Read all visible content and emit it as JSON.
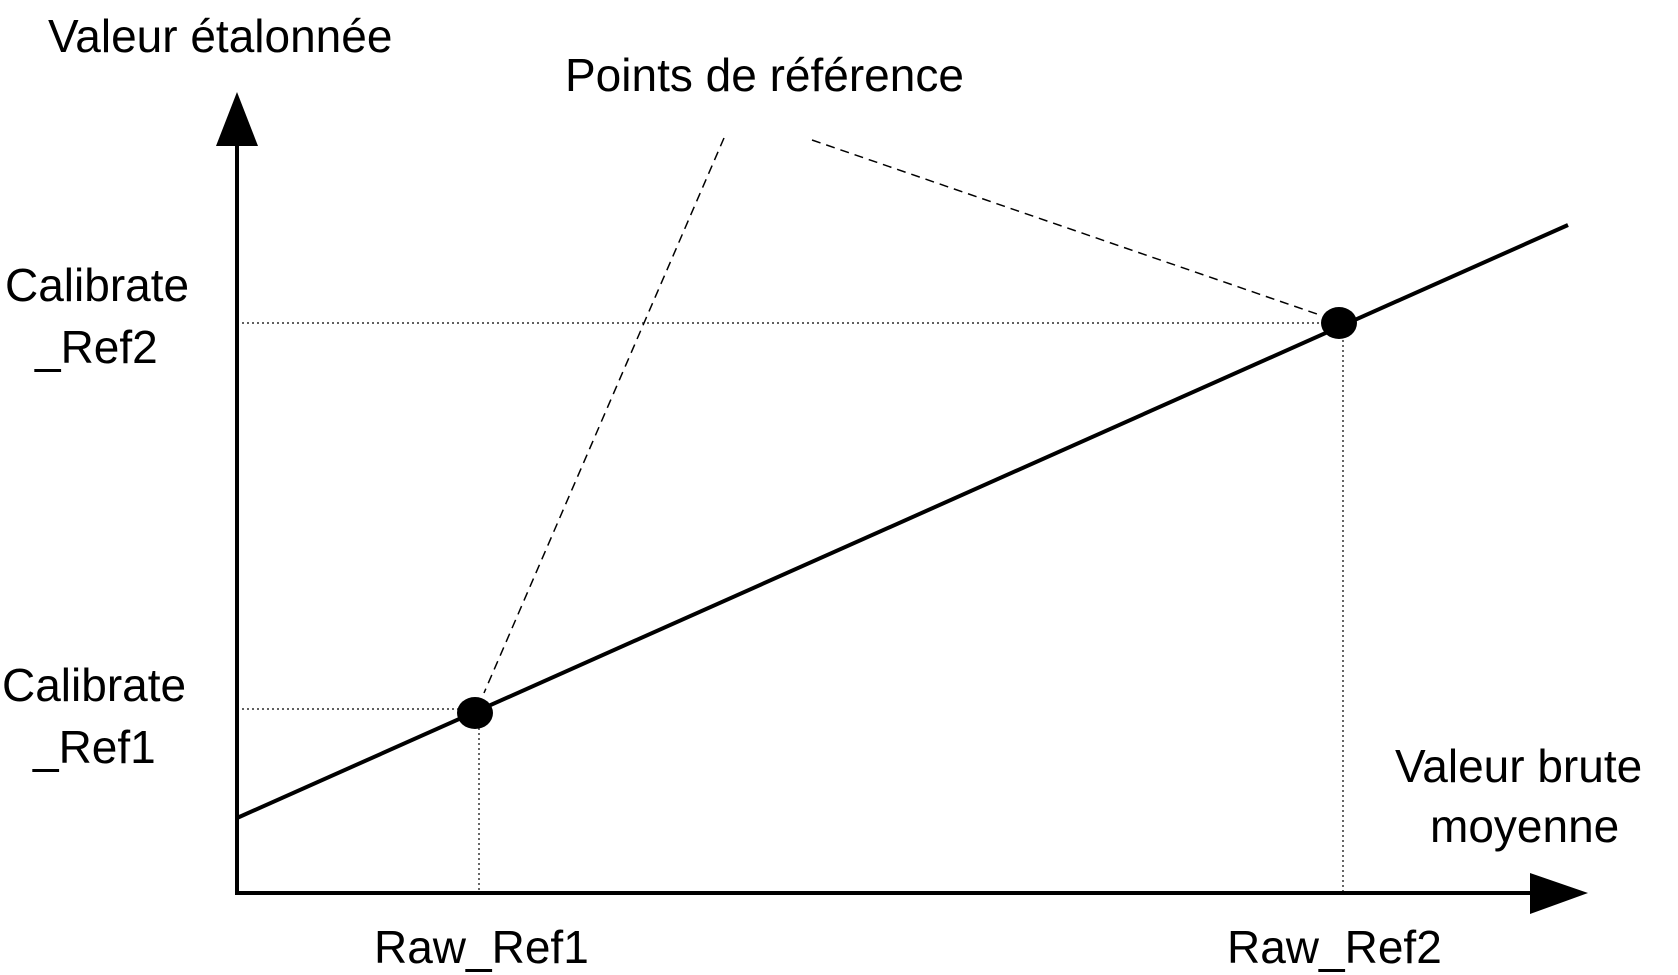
{
  "labels": {
    "y_axis": "Valeur étalonnée",
    "callout": "Points de référence",
    "calibrate_ref2_line1": "Calibrate",
    "calibrate_ref2_line2": "_Ref2",
    "calibrate_ref1_line1": "Calibrate",
    "calibrate_ref1_line2": "_Ref1",
    "x_axis_line1": "Valeur brute",
    "x_axis_line2": "moyenne",
    "raw_ref1": "Raw_Ref1",
    "raw_ref2": "Raw_Ref2"
  },
  "colors": {
    "ink": "#000000",
    "background": "#ffffff"
  }
}
